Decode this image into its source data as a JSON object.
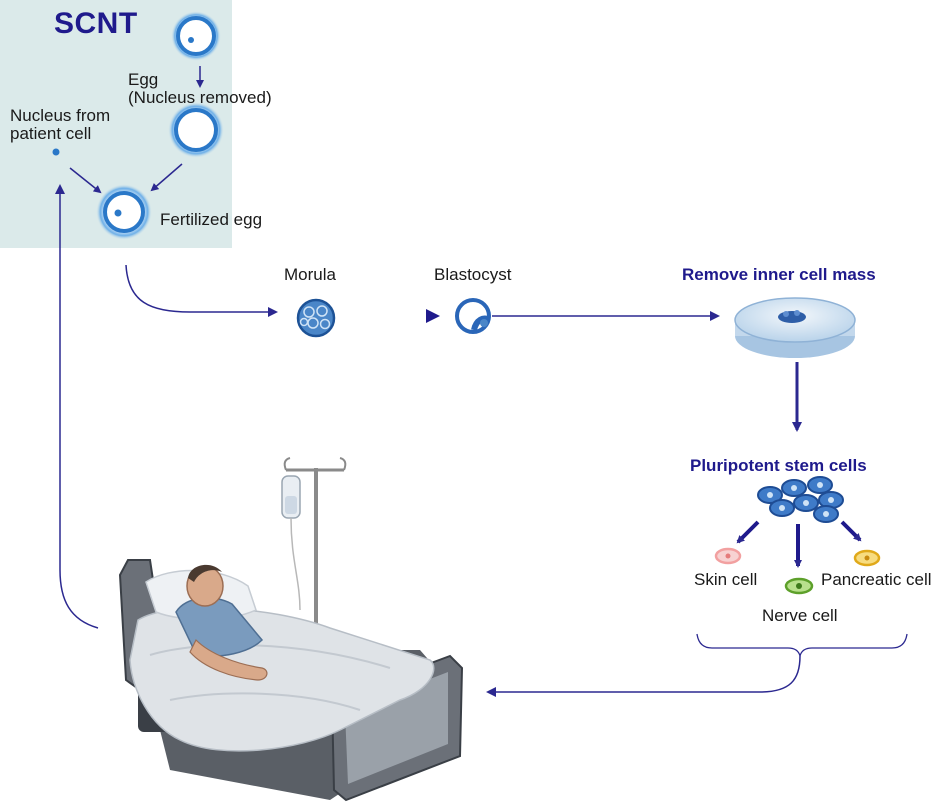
{
  "scnt": {
    "title": "SCNT",
    "egg_label_line1": "Egg",
    "egg_label_line2": "(Nucleus removed)",
    "nucleus_label_line1": "Nucleus from",
    "nucleus_label_line2": "patient cell",
    "fertilized_label": "Fertilized egg"
  },
  "stages": {
    "morula": "Morula",
    "blastocyst": "Blastocyst",
    "remove_icm": "Remove inner cell mass",
    "pluripotent": "Pluripotent stem cells"
  },
  "cell_types": {
    "skin": "Skin cell",
    "nerve": "Nerve cell",
    "pancreatic": "Pancreatic cell"
  },
  "colors": {
    "arrow": "#2b2890",
    "scnt_panel": "#dbeaea",
    "heading_blue": "#1f1a8c",
    "egg_blue": "#2a78c8",
    "skin_cell": "#f2a0a0",
    "nerve_cell": "#7cc43c",
    "pancreatic_cell": "#f2c230"
  }
}
